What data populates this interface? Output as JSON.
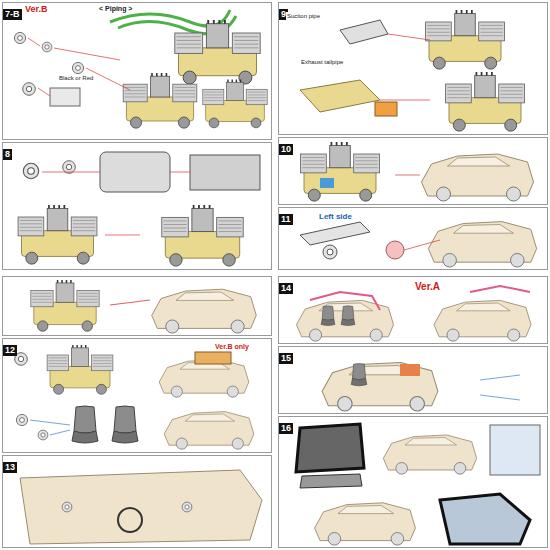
{
  "diagram": {
    "nodes": [
      {
        "text": [
          "7-B"
        ]
      },
      {
        "text": [
          "8"
        ]
      },
      {
        "text": [
          "9"
        ]
      },
      {
        "text": [
          "10"
        ]
      },
      {
        "text": [
          "11"
        ]
      },
      {
        "text": [
          "12"
        ]
      },
      {
        "text": [
          "13"
        ]
      },
      {
        "text": [
          "14"
        ]
      },
      {
        "text": [
          "15"
        ]
      },
      {
        "text": [
          "16"
        ]
      }
    ],
    "labels": [
      "Ver.B",
      "< Piping >",
      "Black or Red",
      "Suction pipe",
      "Exhaust tailpipe",
      "Left side",
      "Ver.B only",
      "Ver.A"
    ]
  }
}
